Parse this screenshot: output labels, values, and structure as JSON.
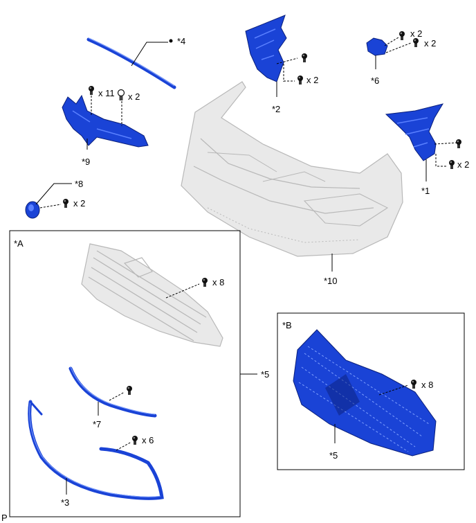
{
  "labels": {
    "p1": "*1",
    "p2": "*2",
    "p3": "*3",
    "p4": "*4",
    "p5a": "*5",
    "p5b": "*5",
    "p6": "*6",
    "p7": "*7",
    "p8": "*8",
    "p9": "*9",
    "p10": "*10",
    "boxA": "*A",
    "boxB": "*B",
    "corner": "P"
  },
  "quantities": {
    "q9_bolt": "x 11",
    "q9_clip": "x 2",
    "q2": "x 2",
    "q6_top": "x 2",
    "q6_bottom": "x 2",
    "q1": "x 2",
    "q8": "x 2",
    "qA_grille": "x 8",
    "qB_grille": "x 8",
    "q3": "x 6"
  },
  "colors": {
    "part_blue": "#1a43d6",
    "part_grey": "#e9e9e9",
    "outline": "#000000"
  },
  "icons": [
    "screw-icon",
    "clip-icon",
    "dot-icon"
  ]
}
